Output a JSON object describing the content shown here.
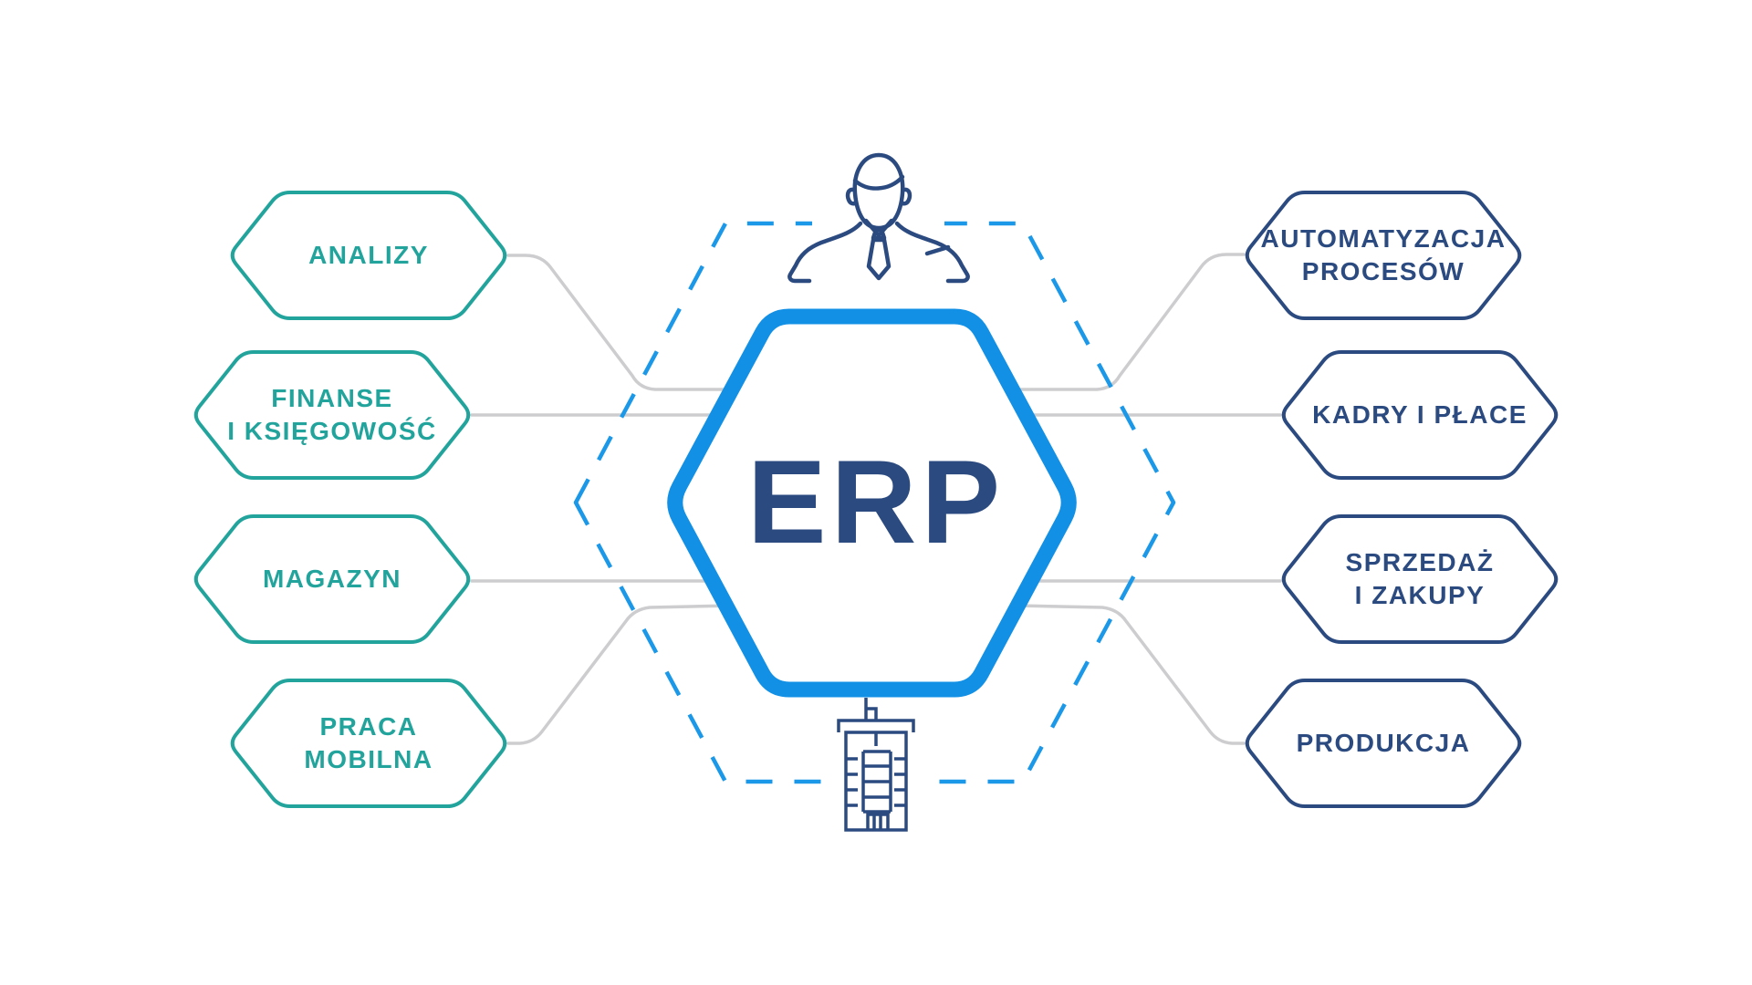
{
  "colors": {
    "teal": "#22a49d",
    "navy": "#2b4a80",
    "blue": "#1190e5",
    "dash-blue": "#1b98e8",
    "connector-gray": "#cdcdcf",
    "background": "#ffffff"
  },
  "center": {
    "label": "ERP"
  },
  "icons": {
    "top": "businessman-icon",
    "bottom": "office-building-icon"
  },
  "nodes": {
    "left": [
      {
        "lines": [
          "ANALIZY"
        ]
      },
      {
        "lines": [
          "FINANSE",
          "I KSIĘGOWOŚĆ"
        ]
      },
      {
        "lines": [
          "MAGAZYN"
        ]
      },
      {
        "lines": [
          "PRACA",
          "MOBILNA"
        ]
      }
    ],
    "right": [
      {
        "lines": [
          "AUTOMATYZACJA",
          "PROCESÓW"
        ]
      },
      {
        "lines": [
          "KADRY I PŁACE"
        ]
      },
      {
        "lines": [
          "SPRZEDAŻ",
          "I ZAKUPY"
        ]
      },
      {
        "lines": [
          "PRODUKCJA"
        ]
      }
    ]
  }
}
